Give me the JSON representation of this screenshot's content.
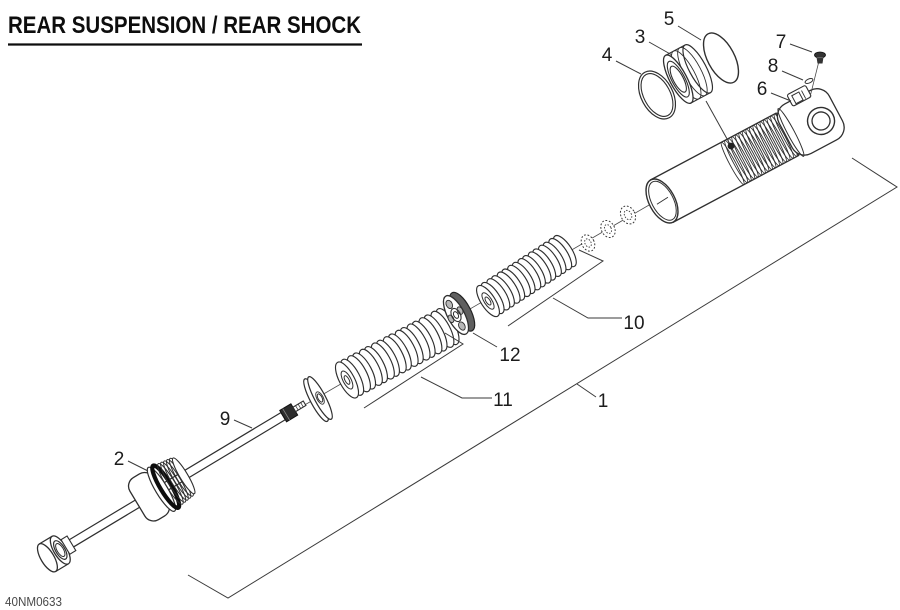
{
  "page": {
    "title": "REAR SUSPENSION / REAR SHOCK",
    "doc_code": "40NM0633"
  },
  "diagram": {
    "description": "Exploded parts view of a rear shock absorber",
    "ink_color": "#2f2f2f",
    "callouts": [
      {
        "num": "1"
      },
      {
        "num": "2"
      },
      {
        "num": "3"
      },
      {
        "num": "4"
      },
      {
        "num": "5"
      },
      {
        "num": "6"
      },
      {
        "num": "7"
      },
      {
        "num": "8"
      },
      {
        "num": "9"
      },
      {
        "num": "10"
      },
      {
        "num": "11"
      },
      {
        "num": "12"
      }
    ]
  }
}
